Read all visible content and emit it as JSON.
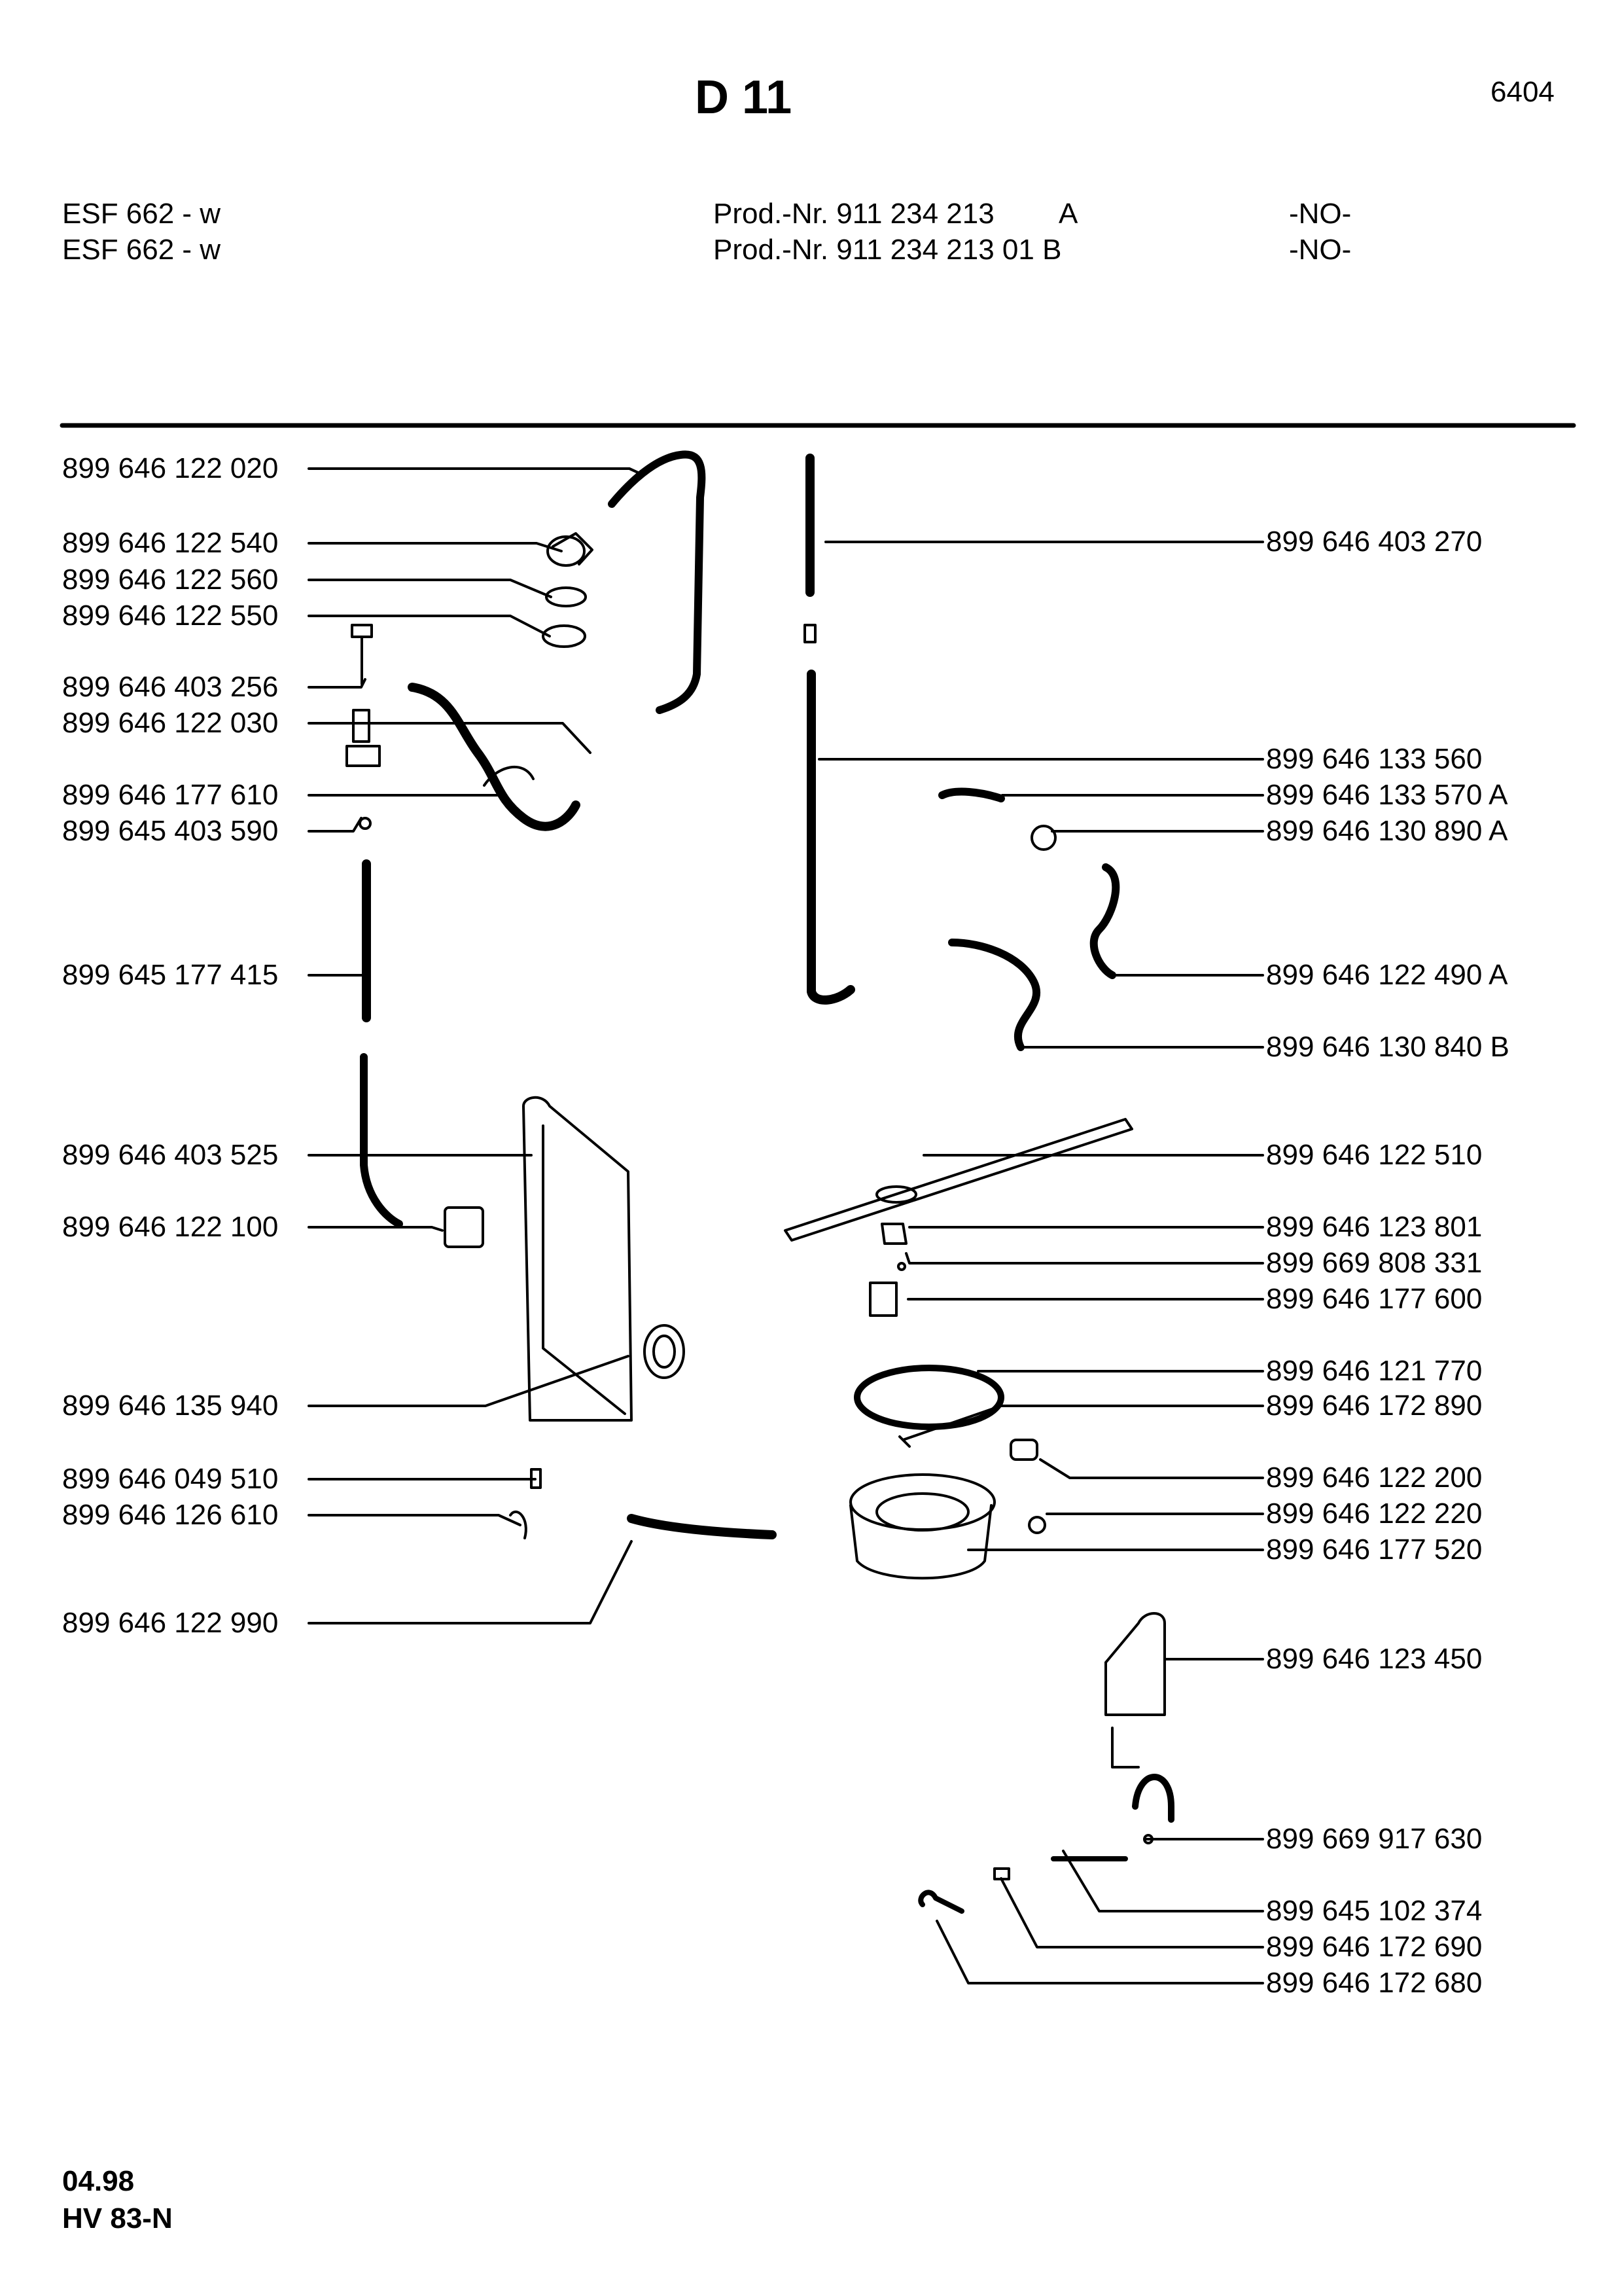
{
  "header": {
    "title": "D 11",
    "page_number": "6404",
    "products": [
      {
        "model": "ESF 662 - w",
        "prod_nr": "Prod.-Nr. 911 234 213",
        "variant": "A",
        "country": "-NO-"
      },
      {
        "model": "ESF 662 - w",
        "prod_nr": "Prod.-Nr. 911 234 213 01 B",
        "variant": "",
        "country": "-NO-"
      }
    ]
  },
  "parts_left": [
    "899 646 122 020",
    "899 646 122 540",
    "899 646 122 560",
    "899 646 122 550",
    "899 646 403 256",
    "899 646 122 030",
    "899 646 177 610",
    "899 645 403 590",
    "899 645 177 415",
    "899 646 403 525",
    "899 646 122 100",
    "899 646 135 940",
    "899 646 049 510",
    "899 646 126 610",
    "899 646 122 990"
  ],
  "parts_right": [
    "899 646 403 270",
    "899 646 133 560",
    "899 646 133 570 A",
    "899 646 130 890 A",
    "899 646 122 490 A",
    "899 646 130 840 B",
    "899 646 122 510",
    "899 646 123 801",
    "899 669 808 331",
    "899 646 177 600",
    "899 646 121 770",
    "899 646 172 890",
    "899 646 122 200",
    "899 646 122 220",
    "899 646 177 520",
    "899 646 123 450",
    "899 669 917 630",
    "899 645 102 374",
    "899 646 172 690",
    "899 646 172 680"
  ],
  "footer": {
    "date": "04.98",
    "code": "HV 83-N"
  }
}
